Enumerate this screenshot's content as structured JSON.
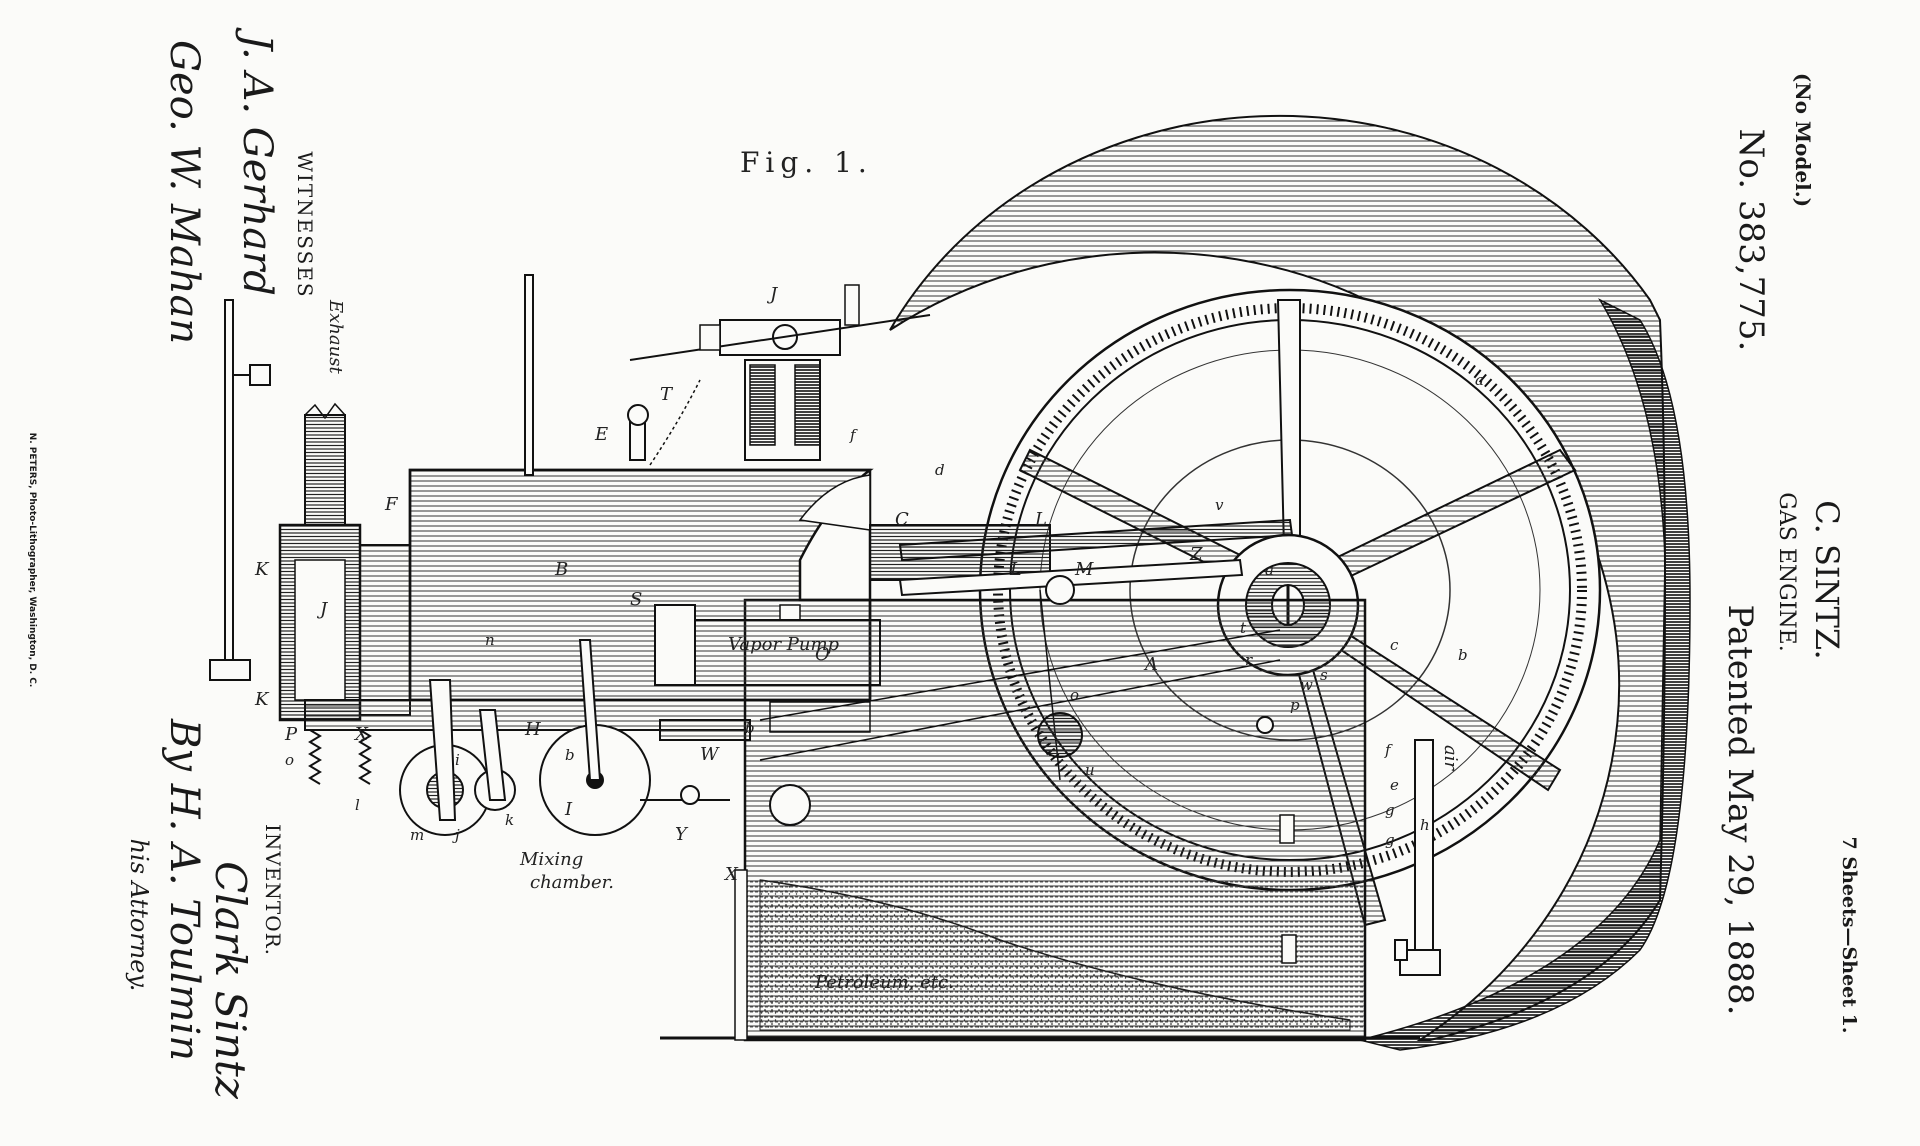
{
  "header": {
    "no_model": "(No Model.)",
    "sheets": "7 Sheets—Sheet 1.",
    "inventor_name": "C. SINTZ.",
    "invention_title": "GAS ENGINE.",
    "patent_number": "No. 383,775.",
    "patent_date": "Patented May 29, 1888."
  },
  "figure": {
    "figure_label": "Fig. 1.",
    "captions": {
      "vapor_pump": "Vapor Pump",
      "mixing_chamber_1": "Mixing",
      "mixing_chamber_2": "chamber.",
      "petroleum": "Petroleum, etc.",
      "exhaust": "Exhaust",
      "air": "air"
    },
    "labels": {
      "B": "B",
      "C": "C",
      "F": "F",
      "J": "J",
      "K": "K",
      "E": "E",
      "A": "A",
      "I": "I",
      "X": "X",
      "H": "H",
      "P": "P",
      "L": "L",
      "M": "M",
      "O": "O",
      "T": "T",
      "W": "W",
      "Y": "Y",
      "S": "S",
      "Z": "Z",
      "a": "a",
      "b": "b",
      "c": "c",
      "d": "d",
      "e": "e",
      "f": "f",
      "g": "g",
      "h": "h",
      "i": "i",
      "j": "j",
      "k": "k",
      "l": "l",
      "m": "m",
      "n": "n",
      "o": "o",
      "p": "p",
      "r": "r",
      "s": "s",
      "t": "t",
      "u": "u",
      "v": "v",
      "w": "w"
    }
  },
  "witnesses": {
    "heading": "WITNESSES",
    "signature_1": "J. A. Gerhard",
    "signature_2": "Geo. W. Mahan"
  },
  "inventor_block": {
    "heading": "INVENTOR.",
    "signature": "Clark Sintz",
    "by_line": "By H. A. Toulmin",
    "attorney": "his Attorney."
  },
  "printer": "N. PETERS, Photo-Lithographer, Washington, D. C."
}
